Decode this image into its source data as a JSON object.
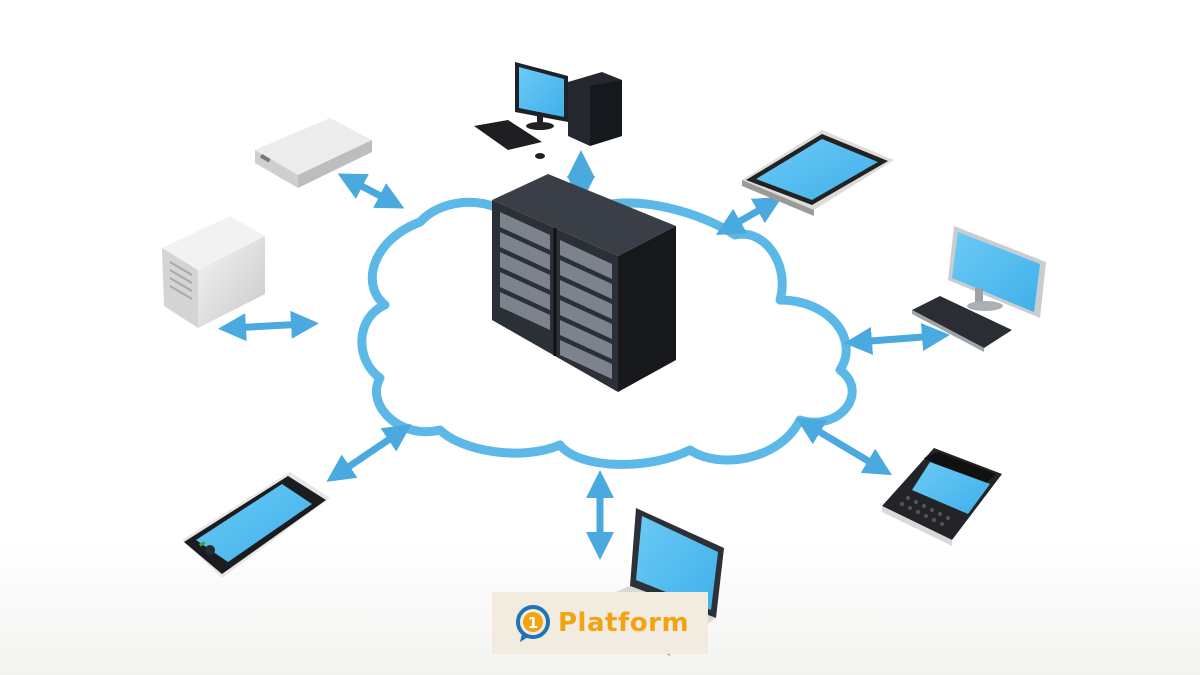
{
  "logo": {
    "badge_number": "1",
    "brand_text": "Platform"
  },
  "colors": {
    "cloud_stroke": "#5cb8e6",
    "arrow": "#4aa9de",
    "screen": "#56bff0",
    "server_rack": "#262a31",
    "logo_orange": "#f2a311",
    "logo_blue": "#1f73b7"
  },
  "nodes": [
    {
      "name": "server-rack",
      "icon": "server-rack-icon"
    },
    {
      "name": "desktop-tower-top",
      "icon": "desktop-computer-icon"
    },
    {
      "name": "tablet",
      "icon": "tablet-icon"
    },
    {
      "name": "monitor-right",
      "icon": "monitor-keyboard-icon"
    },
    {
      "name": "smartphone-keyboard",
      "icon": "smartphone-keyboard-icon"
    },
    {
      "name": "laptop",
      "icon": "laptop-icon"
    },
    {
      "name": "touch-phone",
      "icon": "touchscreen-phone-icon"
    },
    {
      "name": "white-tower",
      "icon": "white-tower-server-icon"
    },
    {
      "name": "network-box",
      "icon": "network-appliance-icon"
    }
  ]
}
